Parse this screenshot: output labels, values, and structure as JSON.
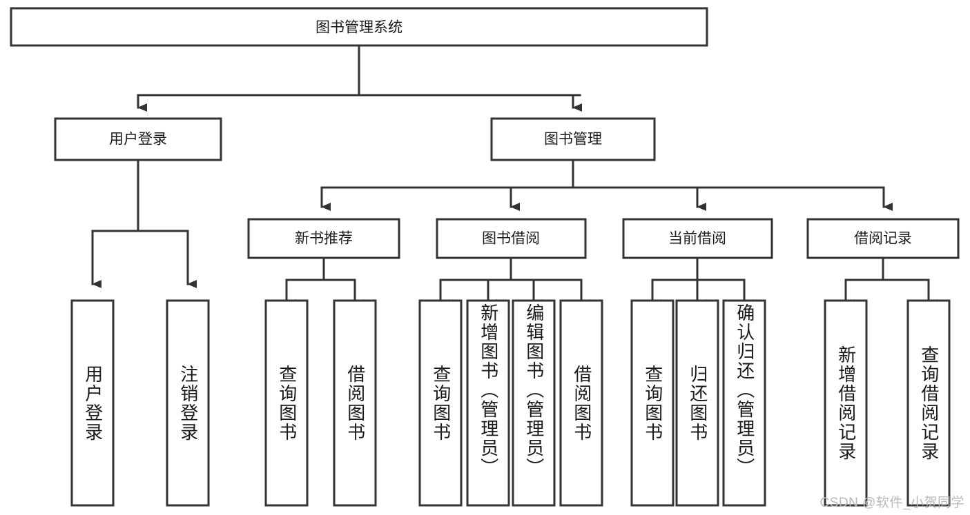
{
  "diagram": {
    "title": "图书管理系统",
    "type": "tree-hierarchy",
    "orientation": "top-down",
    "root": {
      "label": "图书管理系统"
    },
    "level1": [
      {
        "label": "用户登录"
      },
      {
        "label": "图书管理"
      }
    ],
    "level2": [
      {
        "label": "新书推荐"
      },
      {
        "label": "图书借阅"
      },
      {
        "label": "当前借阅"
      },
      {
        "label": "借阅记录"
      }
    ],
    "leaves": {
      "user_login": [
        {
          "label": "用户登录"
        },
        {
          "label": "注销登录"
        }
      ],
      "new_book_recommend": [
        {
          "label": "查询图书"
        },
        {
          "label": "借阅图书"
        }
      ],
      "book_borrow": [
        {
          "label": "查询图书"
        },
        {
          "label": "新增图书（管理员）"
        },
        {
          "label": "编辑图书（管理员）"
        },
        {
          "label": "借阅图书"
        }
      ],
      "current_borrow": [
        {
          "label": "查询图书"
        },
        {
          "label": "归还图书"
        },
        {
          "label": "确认归还（管理员）"
        }
      ],
      "borrow_record": [
        {
          "label": "新增借阅记录"
        },
        {
          "label": "查询借阅记录"
        }
      ]
    }
  },
  "watermark": {
    "text": "CSDN @软件_小贺同学"
  },
  "colors": {
    "stroke": "#333333",
    "fill": "#ffffff",
    "text": "#1a1a1a",
    "watermark": "#b9b9b9"
  }
}
